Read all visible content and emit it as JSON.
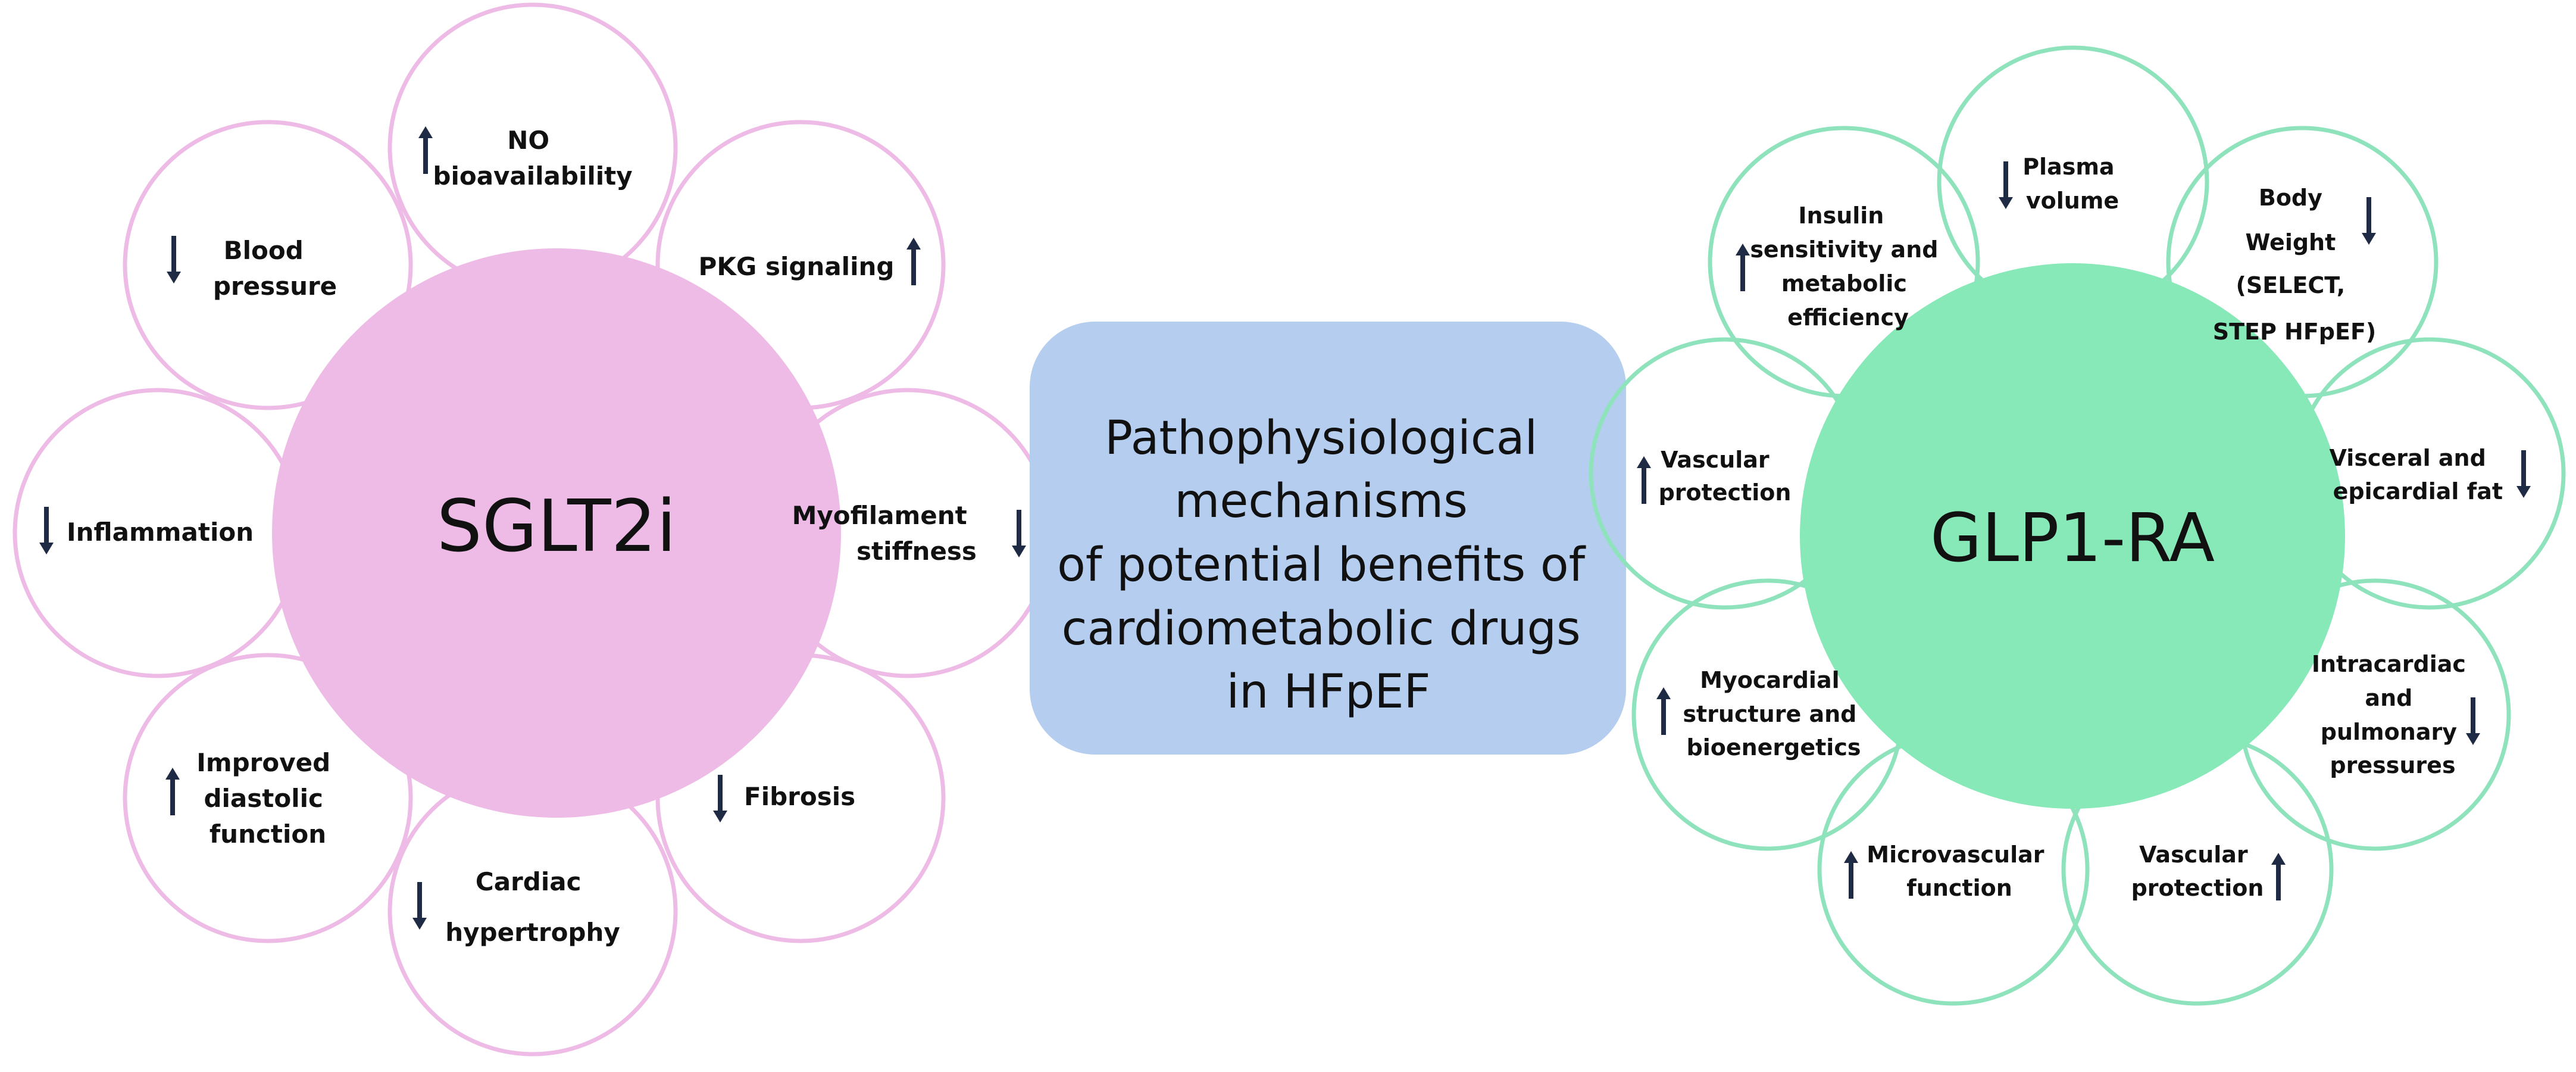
{
  "colors": {
    "sglt2_hub": "#EDBBE5",
    "sglt2_ring": "#EDBBE5",
    "glp1_hub": "#87E8B8",
    "glp1_ring": "#8FE3BC",
    "center_box": "#B5CDEE",
    "arrow": "#1F2A44"
  },
  "left": {
    "title": "SGLT2i",
    "petals": [
      {
        "lines": [
          "NO",
          "bioavailability"
        ],
        "dir": "up"
      },
      {
        "lines": [
          "PKG signaling"
        ],
        "dir": "up"
      },
      {
        "lines": [
          "Myofilament",
          "stiffness"
        ],
        "dir": "down"
      },
      {
        "lines": [
          "Fibrosis"
        ],
        "dir": "down"
      },
      {
        "lines": [
          "Cardiac",
          "hypertrophy"
        ],
        "dir": "down"
      },
      {
        "lines": [
          "Improved",
          "diastolic",
          "function"
        ],
        "dir": "up"
      },
      {
        "lines": [
          "Inflammation"
        ],
        "dir": "down"
      },
      {
        "lines": [
          "Blood",
          "pressure"
        ],
        "dir": "down"
      }
    ]
  },
  "center": {
    "lines": [
      "Pathophysiological",
      "mechanisms",
      "of potential  benefits of",
      "cardiometabolic drugs",
      "in HFpEF"
    ]
  },
  "right": {
    "title": "GLP1-RA",
    "petals": [
      {
        "lines": [
          "Plasma",
          "volume"
        ],
        "dir": "down"
      },
      {
        "lines": [
          "Body",
          "Weight",
          "(SELECT,",
          "STEP HFpEF)"
        ],
        "dir": "down"
      },
      {
        "lines": [
          "Visceral and",
          "epicardial fat"
        ],
        "dir": "down"
      },
      {
        "lines": [
          "Intracardiac",
          "and",
          "pulmonary",
          "pressures"
        ],
        "dir": "down"
      },
      {
        "lines": [
          "Vascular",
          "protection"
        ],
        "dir": "up"
      },
      {
        "lines": [
          "Microvascular",
          "function"
        ],
        "dir": "up"
      },
      {
        "lines": [
          "Myocardial",
          "structure and",
          "bioenergetics"
        ],
        "dir": "up"
      },
      {
        "lines": [
          "Vascular",
          "protection"
        ],
        "dir": "up"
      },
      {
        "lines": [
          "Insulin",
          "sensitivity and",
          "metabolic",
          "efficiency"
        ],
        "dir": "up"
      }
    ]
  }
}
